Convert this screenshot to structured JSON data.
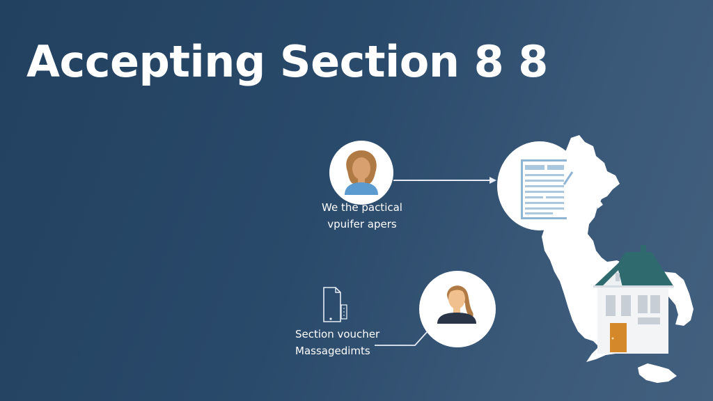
{
  "slide": {
    "title": "Accepting Section 8 8"
  },
  "nodes": [
    {
      "id": "tenant",
      "icon": "woman-avatar-icon",
      "caption_line1": "We the pactical",
      "caption_line2": "vpuifer apers"
    },
    {
      "id": "document",
      "icon": "document-form-icon"
    },
    {
      "id": "landlord",
      "icon": "woman-ponytail-avatar-icon"
    },
    {
      "id": "voucher",
      "icon": "phone-document-icon",
      "caption_line1": "Section voucher",
      "caption_line2": "Massagedimts"
    }
  ],
  "map": {
    "icon": "state-map-icon"
  },
  "house": {
    "icon": "house-icon"
  },
  "colors": {
    "background_dark": "#22405f",
    "background_light": "#43607f",
    "roof": "#2f6a6e",
    "door": "#d4882a",
    "hair": "#b07a44",
    "skin": "#d9a06f",
    "shirt_blue": "#5b9bd0",
    "shirt_dark": "#2b3548",
    "doc_blue": "#a9c8e0"
  }
}
